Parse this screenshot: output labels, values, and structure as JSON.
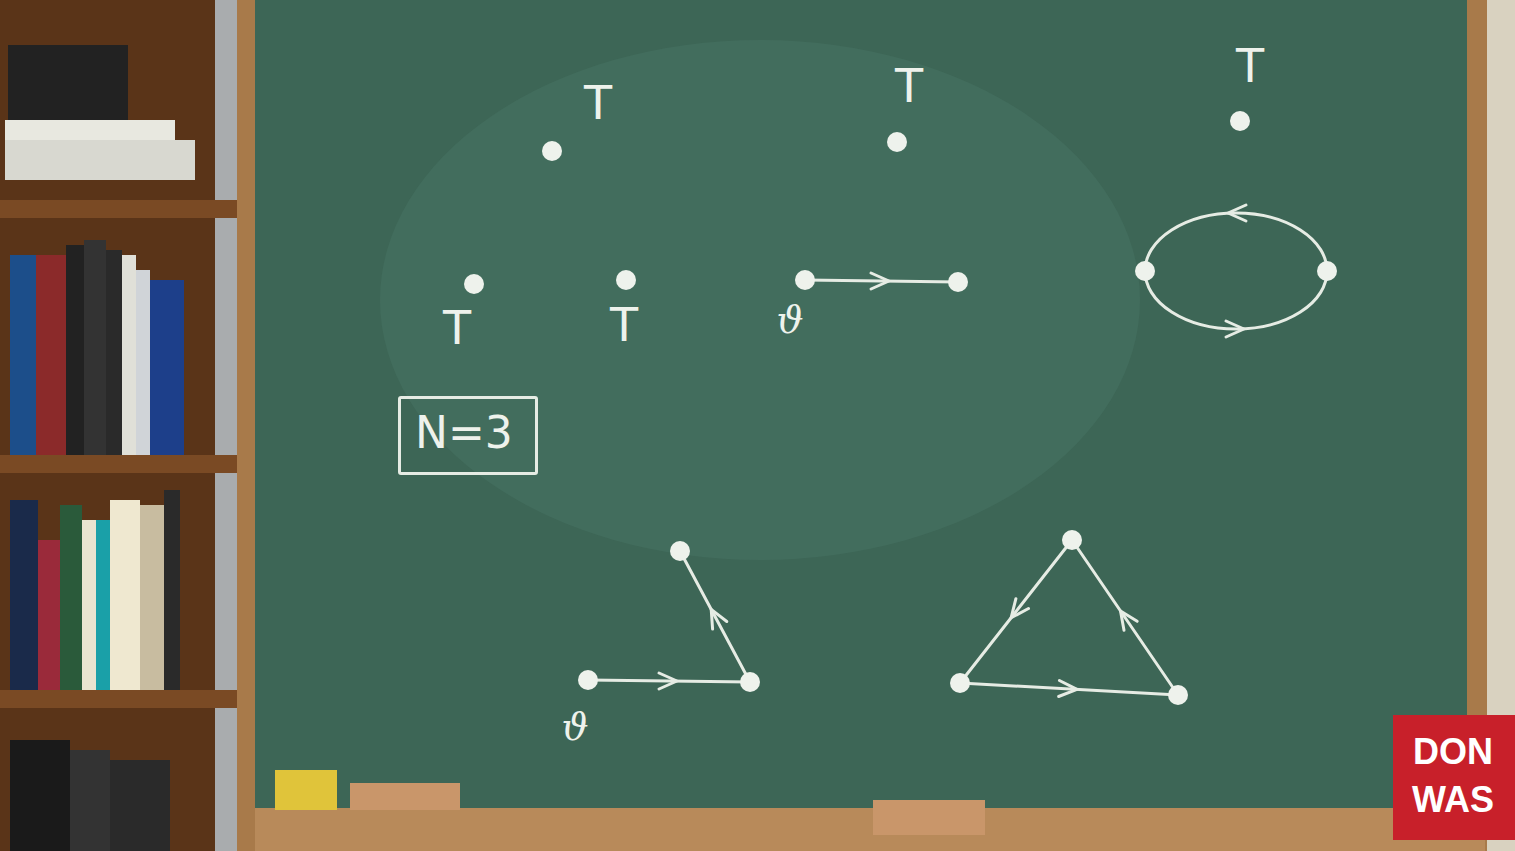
{
  "diagram": {
    "nodes": [
      {
        "text": [
          "N=3"
        ]
      }
    ],
    "labels": [
      "T",
      "T",
      "T",
      "T",
      "T",
      "ϑ",
      "ϑ",
      "DON",
      "WAS"
    ]
  }
}
